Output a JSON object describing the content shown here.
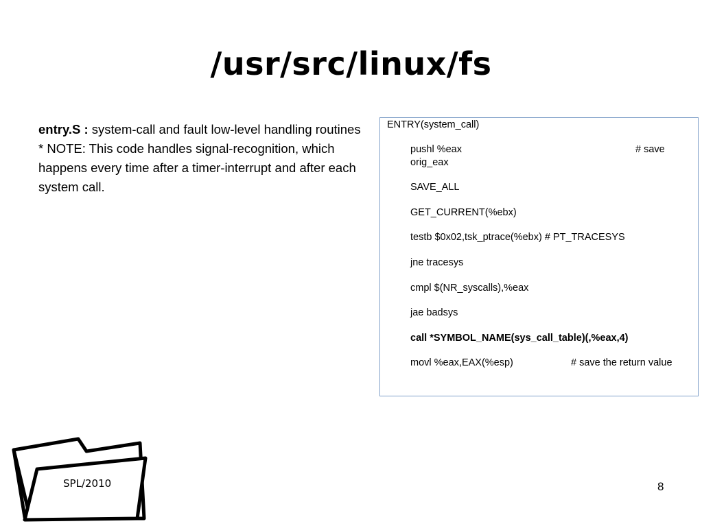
{
  "slide": {
    "title": "/usr/src/linux/fs",
    "left": {
      "term": "entry.S :",
      "desc": " system-call and fault low-level handling routines",
      "note": " * NOTE: This code handles signal-recognition, which happens every time  after a timer-interrupt and after each system call."
    },
    "code": {
      "entry": "ENTRY(system_call)",
      "lines": [
        "pushl %eax",
        "orig_eax",
        "SAVE_ALL",
        "GET_CURRENT(%ebx)",
        "testb $0x02,tsk_ptrace(%ebx) # PT_TRACESYS",
        "jne tracesys",
        "cmpl $(NR_syscalls),%eax",
        "jae badsys",
        "call *SYMBOL_NAME(sys_call_table)(,%eax,4)",
        "movl %eax,EAX(%esp)"
      ],
      "comment_save": "# save",
      "comment_return": "# save the return value"
    },
    "footer": {
      "folder_label": "SPL/2010",
      "page_number": "8"
    }
  }
}
